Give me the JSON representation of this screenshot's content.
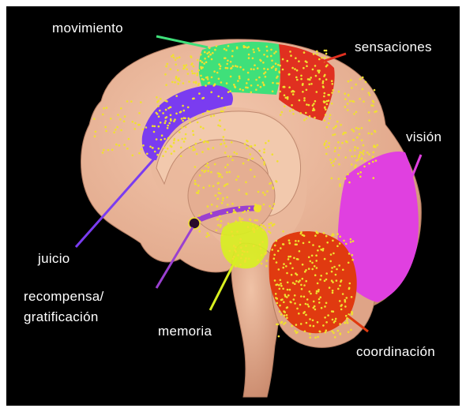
{
  "diagram": {
    "labels": {
      "movement": "movimiento",
      "sensations": "sensaciones",
      "vision": "visión",
      "judgment": "juicio",
      "reward_line1": "recompensa/",
      "reward_line2": "gratificación",
      "memory": "memoria",
      "coordination": "coordinación"
    },
    "colors": {
      "background": "#000000",
      "brain": "#e8b49a",
      "movement_region": "#3fe07a",
      "sensations_region": "#e03020",
      "vision_region": "#e040e0",
      "judgment_region": "#7a3cf0",
      "memory_region": "#d8f020",
      "coordination_region": "#e03a10",
      "reward_region": "#9a40d0",
      "dots": "#f0e030"
    }
  }
}
